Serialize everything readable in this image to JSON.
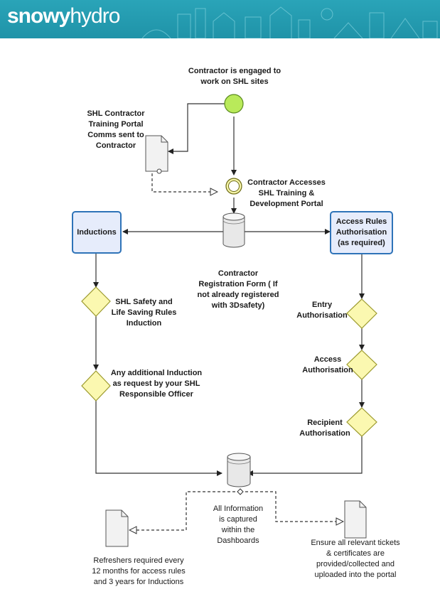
{
  "header": {
    "logo_bold": "snowy",
    "logo_light": "hydro"
  },
  "start": {
    "label_line1": "Contractor is engaged to",
    "label_line2": "work on SHL sites"
  },
  "comms": {
    "line1": "SHL Contractor",
    "line2": "Training Portal",
    "line3": "Comms sent to",
    "line4": "Contractor"
  },
  "portal": {
    "line1": "Contractor Accesses",
    "line2": "SHL Training &",
    "line3": "Development Portal"
  },
  "inductions_box": "Inductions",
  "access_box": {
    "line1": "Access Rules",
    "line2": "Authorisation",
    "line3": "(as required)"
  },
  "registration": {
    "line1": "Contractor",
    "line2": "Registration Form ( If",
    "line3": "not already registered",
    "line4": "with 3Dsafety)"
  },
  "safety": {
    "line1": "SHL Safety and",
    "line2": "Life Saving Rules",
    "line3": "Induction"
  },
  "additional": {
    "line1": "Any additional Induction",
    "line2": "as request by your SHL",
    "line3": "Responsible Officer"
  },
  "entry": {
    "line1": "Entry",
    "line2": "Authorisation"
  },
  "access_auth": {
    "line1": "Access",
    "line2": "Authorisation"
  },
  "recipient": {
    "line1": "Recipient",
    "line2": "Authorisation"
  },
  "all_info": {
    "line1": "All Information",
    "line2": "is captured",
    "line3": "within the",
    "line4": "Dashboards"
  },
  "refreshers": {
    "line1": "Refreshers required every",
    "line2": "12 months for access rules",
    "line3": "and 3 years for Inductions"
  },
  "tickets": {
    "line1": "Ensure all relevant tickets",
    "line2": "& certificates are",
    "line3": "provided/collected and",
    "line4": "uploaded into the portal"
  },
  "colors": {
    "header": "#2aa4b8",
    "start_event": "#b9ea5a",
    "gateway": "#fbf8b0",
    "box_border": "#2e73b8",
    "box_fill": "#e6ecfb"
  }
}
